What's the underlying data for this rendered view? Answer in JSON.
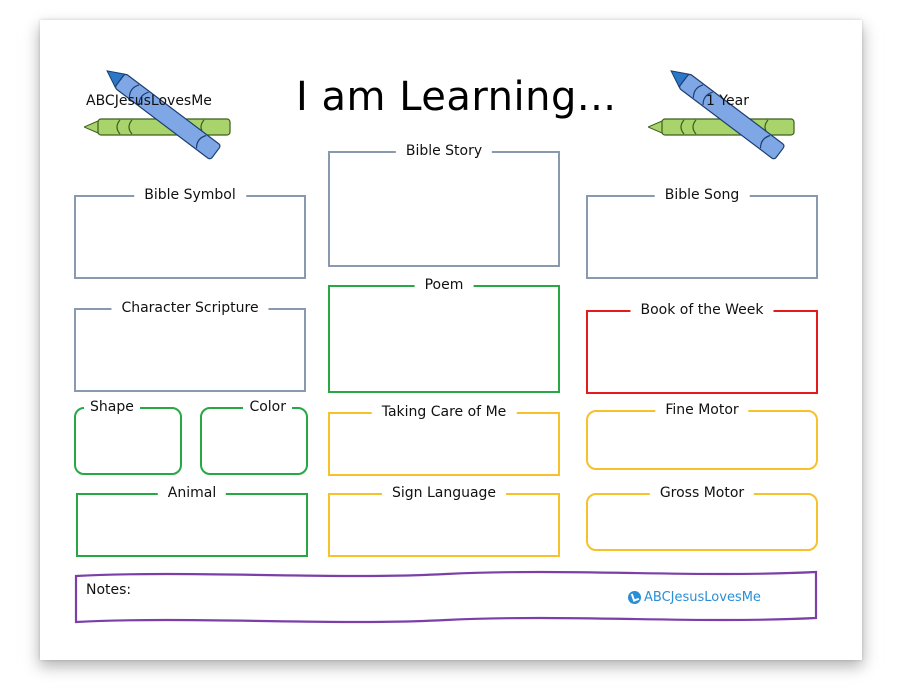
{
  "header": {
    "title": "I am Learning...",
    "brand": "ABCJesusLovesMe",
    "level": "1 Year"
  },
  "boxes": {
    "bible_symbol": "Bible Symbol",
    "bible_story": "Bible Story",
    "bible_song": "Bible Song",
    "character_scripture": "Character Scripture",
    "poem": "Poem",
    "book_of_week": "Book of the Week",
    "shape": "Shape",
    "color": "Color",
    "taking_care": "Taking Care of Me",
    "fine_motor": "Fine Motor",
    "animal": "Animal",
    "sign_language": "Sign Language",
    "gross_motor": "Gross Motor"
  },
  "notes": {
    "label": "Notes:",
    "brand": "ABCJesusLovesMe"
  },
  "colors": {
    "gray": "#8a9aae",
    "green": "#27a844",
    "red": "#e51b1b",
    "yellow": "#f6c12a",
    "purple": "#7b3fa8",
    "crayon_blue": "#6f9fe0",
    "crayon_green": "#a9d46b",
    "brand_blue": "#2a8fd6"
  },
  "icons": [
    "blue-crayon-icon",
    "green-crayon-icon",
    "check-circle-icon"
  ]
}
